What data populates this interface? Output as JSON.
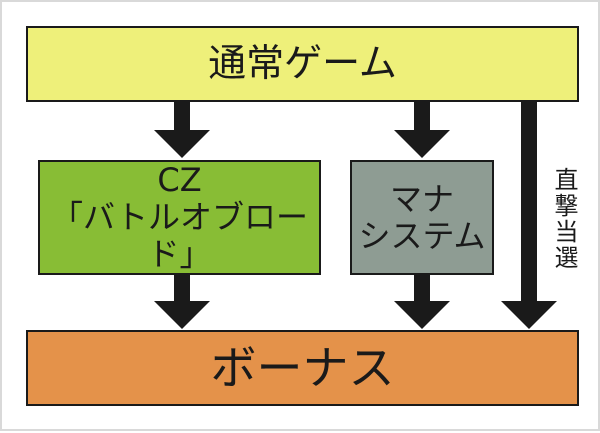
{
  "top_box": {
    "label": "通常ゲーム",
    "color": "#eef07a"
  },
  "cz_box": {
    "line1": "CZ",
    "line2": "「バトルオブロード」",
    "color": "#88bd35"
  },
  "mana_box": {
    "line1": "マナ",
    "line2": "システム",
    "color": "#8e9c93"
  },
  "bonus_box": {
    "label": "ボーナス",
    "color": "#e4924a"
  },
  "direct_label": "直撃当選",
  "arrow_color": "#1a1a1a"
}
